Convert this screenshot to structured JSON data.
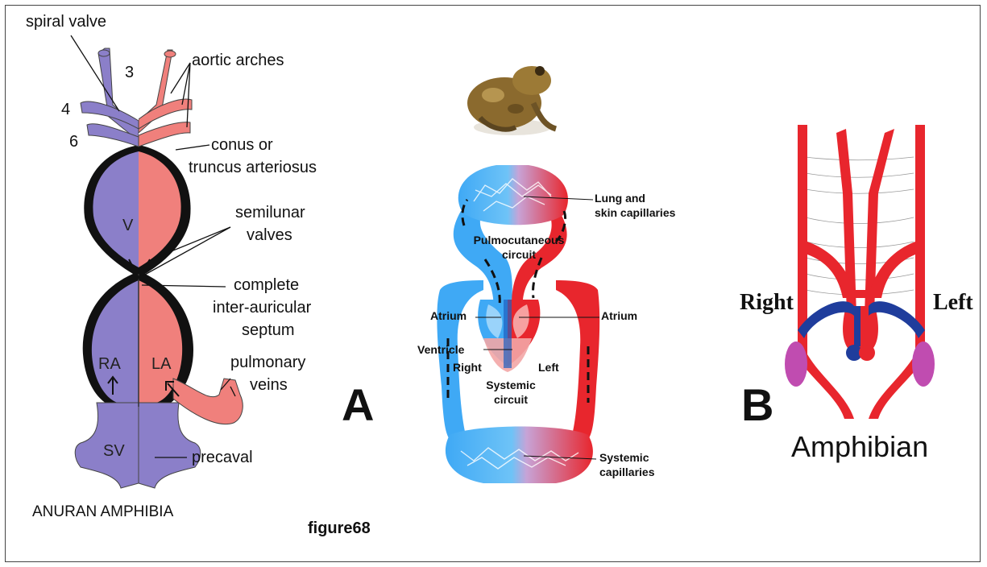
{
  "panel_anuran": {
    "spiral_valve": "spiral valve",
    "aortic_arches": "aortic arches",
    "arch_3": "3",
    "arch_4": "4",
    "arch_6": "6",
    "conus_line1": "conus or",
    "conus_line2": "truncus arteriosus",
    "semilunar_line1": "semilunar",
    "semilunar_line2": "valves",
    "septum_line1": "complete",
    "septum_line2": "inter-auricular",
    "septum_line3": "septum",
    "ventricle": "V",
    "right_atrium": "RA",
    "left_atrium": "LA",
    "pulmonary_line1": "pulmonary",
    "pulmonary_line2": "veins",
    "sinus_venosus": "SV",
    "precaval": "precaval",
    "caption": "ANURAN AMPHIBIA",
    "colors": {
      "venous": "#8b7fc9",
      "arterial": "#f0807c",
      "outline": "#111111"
    }
  },
  "panel_a": {
    "letter": "A",
    "lung_line1": "Lung and",
    "lung_line2": "skin capillaries",
    "pulmo_line1": "Pulmocutaneous",
    "pulmo_line2": "circuit",
    "atrium_left": "Atrium",
    "atrium_right": "Atrium",
    "ventricle": "Ventricle",
    "right": "Right",
    "left": "Left",
    "systemic_line1": "Systemic",
    "systemic_line2": "circuit",
    "syscap_line1": "Systemic",
    "syscap_line2": "capillaries",
    "colors": {
      "deoxygenated": "#3fa9f5",
      "oxygenated": "#e8262d",
      "mixed": "#b08acb"
    }
  },
  "panel_b": {
    "letter": "B",
    "right": "Right",
    "left": "Left",
    "title": "Amphibian",
    "colors": {
      "artery": "#e8262d",
      "vein": "#1f3d9c",
      "lung": "#c04cb0"
    }
  },
  "figure_label": "figure68"
}
